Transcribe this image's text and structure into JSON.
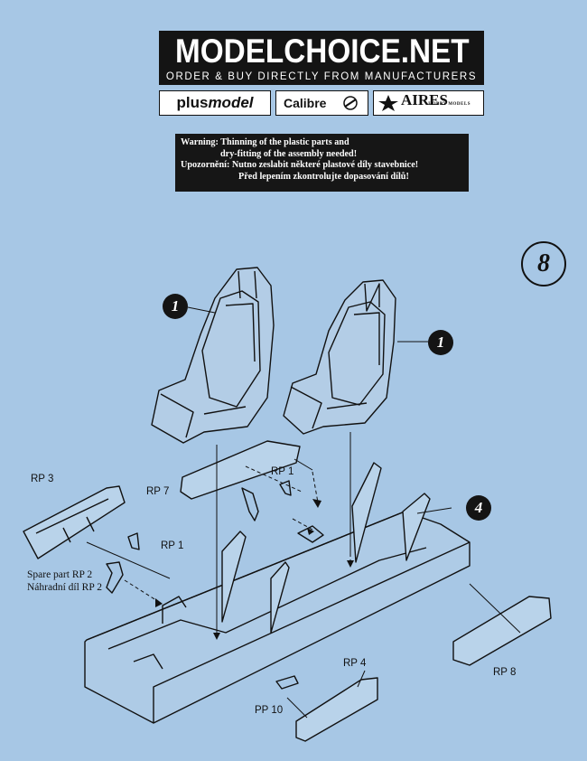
{
  "header": {
    "site_title": "MODELCHOICE.NET",
    "site_subtitle": "ORDER & BUY DIRECTLY FROM MANUFACTURERS"
  },
  "logos": {
    "plusmodel_a": "plus",
    "plusmodel_b": "model",
    "calibre": "Calibre",
    "aires": "AIRES",
    "aires_sub": "HOBBY MODELS"
  },
  "warning": {
    "line1": "Warning: Thinning of the plastic parts and",
    "line2": "dry-fitting of the assembly needed!",
    "line3": "Upozornění: Nutno zeslabit některé plastové díly stavebnice!",
    "line4": "Před lepením zkontrolujte dopasování dílů!"
  },
  "page_number": "8",
  "callouts": {
    "seat_left": "1",
    "seat_right": "1",
    "panels": "4"
  },
  "part_labels": {
    "rp3": "RP 3",
    "rp7": "RP 7",
    "rp1_top": "RP 1",
    "rp1_left": "RP 1",
    "spare_line1": "Spare part RP 2",
    "spare_line2": "Náhradní díl RP 2",
    "rp8": "RP 8",
    "rp4": "RP 4",
    "pp10": "PP 10"
  }
}
